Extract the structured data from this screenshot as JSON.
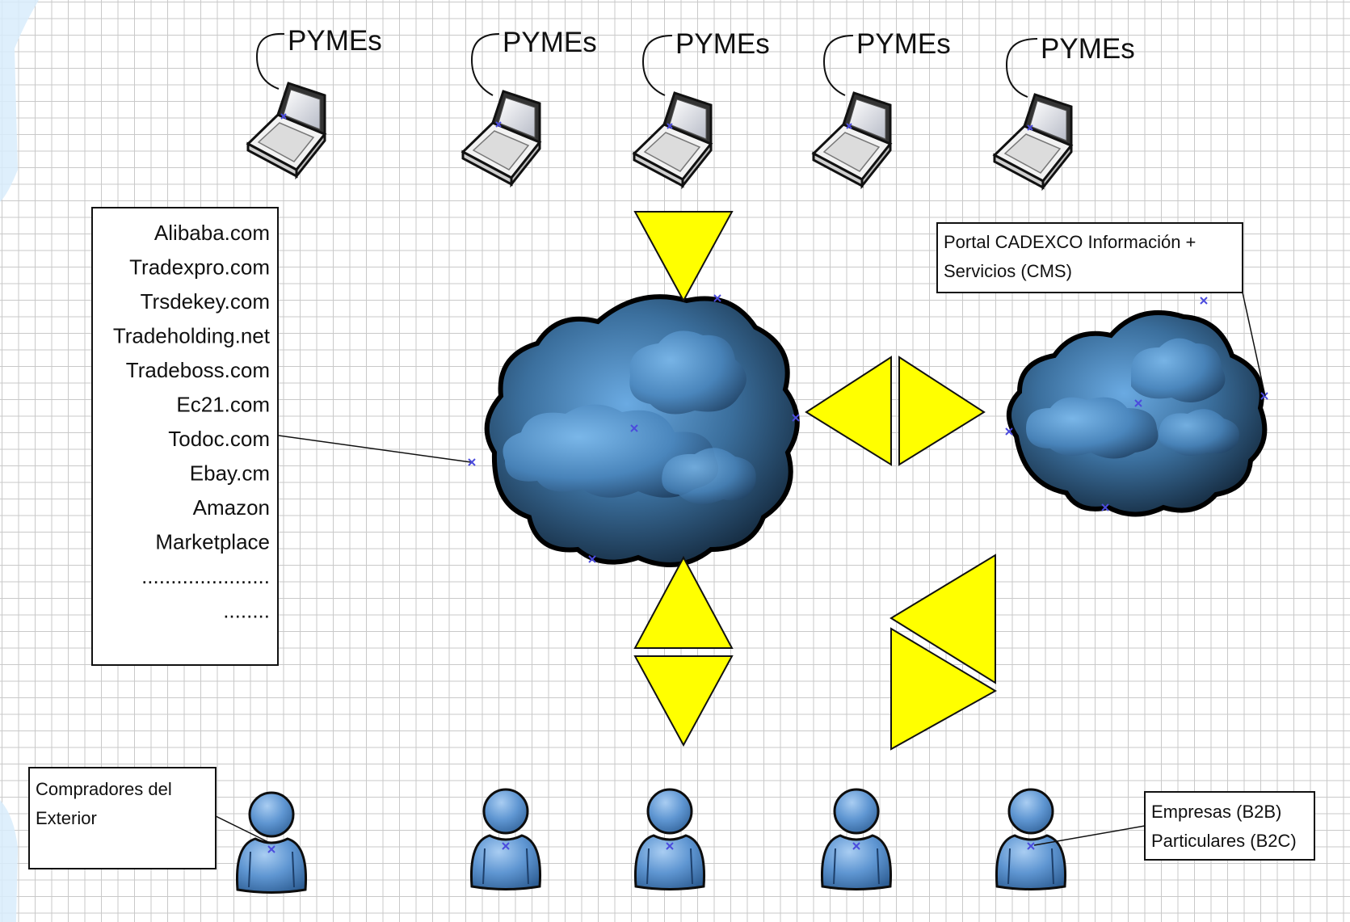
{
  "laptops": [
    {
      "label": "PYMEs"
    },
    {
      "label": "PYMEs"
    },
    {
      "label": "PYMEs"
    },
    {
      "label": "PYMEs"
    },
    {
      "label": "PYMEs"
    }
  ],
  "marketplaces": {
    "items": [
      "Alibaba.com",
      "Tradexpro.com",
      "Trsdekey.com",
      "Tradeholding.net",
      "Tradeboss.com",
      "Ec21.com",
      "Todoc.com",
      "Ebay.cm",
      "Amazon",
      "Marketplace",
      "......................",
      "........"
    ]
  },
  "portal": {
    "line1": "Portal CADEXCO Información +",
    "line2": "Servicios (CMS)"
  },
  "buyers_note": {
    "line1": "Compradores del",
    "line2": "Exterior"
  },
  "clients_note": {
    "line1": "Empresas (B2B)",
    "line2": "Particulares (B2C)"
  },
  "colors": {
    "arrow_fill": "#ffff00",
    "cloud_dark": "#0b1a2b",
    "cloud_light": "#5e9fd8",
    "user_blue": "#5a90cf"
  }
}
